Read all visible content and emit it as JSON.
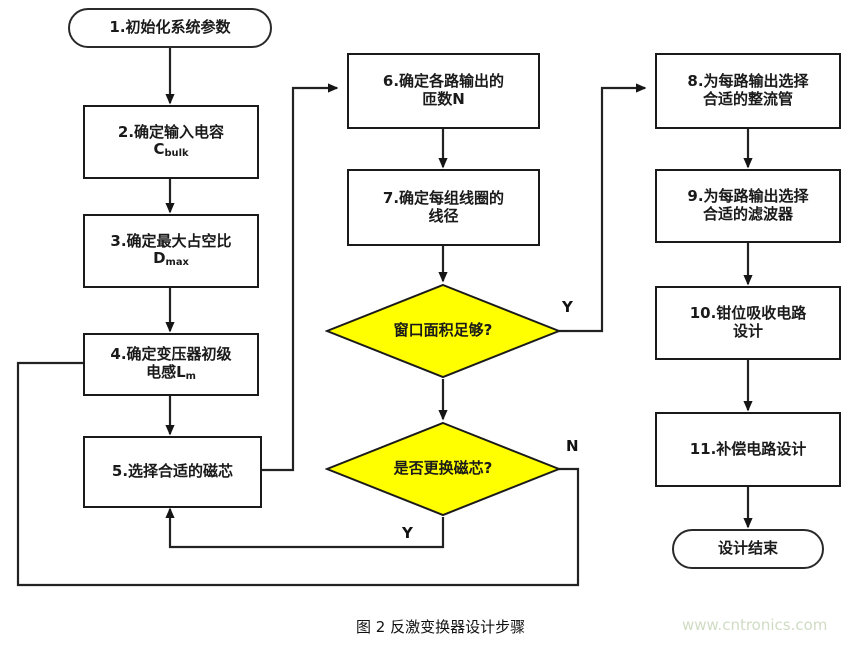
{
  "figure": {
    "caption": "图 2 反激变换器设计步骤",
    "watermark": "www.cntronics.com",
    "colors": {
      "decision_fill": "#ffff00",
      "stroke": "#1a1a1a",
      "background": "#ffffff",
      "watermark": "#cfdcc4"
    }
  },
  "nodes": {
    "start": {
      "shape": "terminator",
      "text": "1.初始化系统参数"
    },
    "step2": {
      "shape": "process",
      "line1": "2.确定输入电容",
      "line2_main": "C",
      "line2_sub": "bulk"
    },
    "step3": {
      "shape": "process",
      "line1": "3.确定最大占空比",
      "line2_main": "D",
      "line2_sub": "max"
    },
    "step4": {
      "shape": "process",
      "line1": "4.确定变压器初级",
      "line2_main": "电感L",
      "line2_sub": "m"
    },
    "step5": {
      "shape": "process",
      "line1": "5.选择合适的磁芯"
    },
    "step6": {
      "shape": "process",
      "line1": "6.确定各路输出的",
      "line2_main": "匝数N"
    },
    "step7": {
      "shape": "process",
      "line1": "7.确定每组线圈的",
      "line2_main": "线径"
    },
    "dec1": {
      "shape": "decision",
      "text": "窗口面积足够?"
    },
    "dec2": {
      "shape": "decision",
      "text": "是否更换磁芯?"
    },
    "step8": {
      "shape": "process",
      "line1": "8.为每路输出选择",
      "line2_main": "合适的整流管"
    },
    "step9": {
      "shape": "process",
      "line1": "9.为每路输出选择",
      "line2_main": "合适的滤波器"
    },
    "step10": {
      "shape": "process",
      "line1": "10.钳位吸收电路",
      "line2_main": "设计"
    },
    "step11": {
      "shape": "process",
      "line1": "11.补偿电路设计"
    },
    "end": {
      "shape": "terminator",
      "text": "设计结束"
    }
  },
  "branch_labels": {
    "dec1_yes": "Y",
    "dec2_no": "N",
    "dec2_yes": "Y"
  }
}
